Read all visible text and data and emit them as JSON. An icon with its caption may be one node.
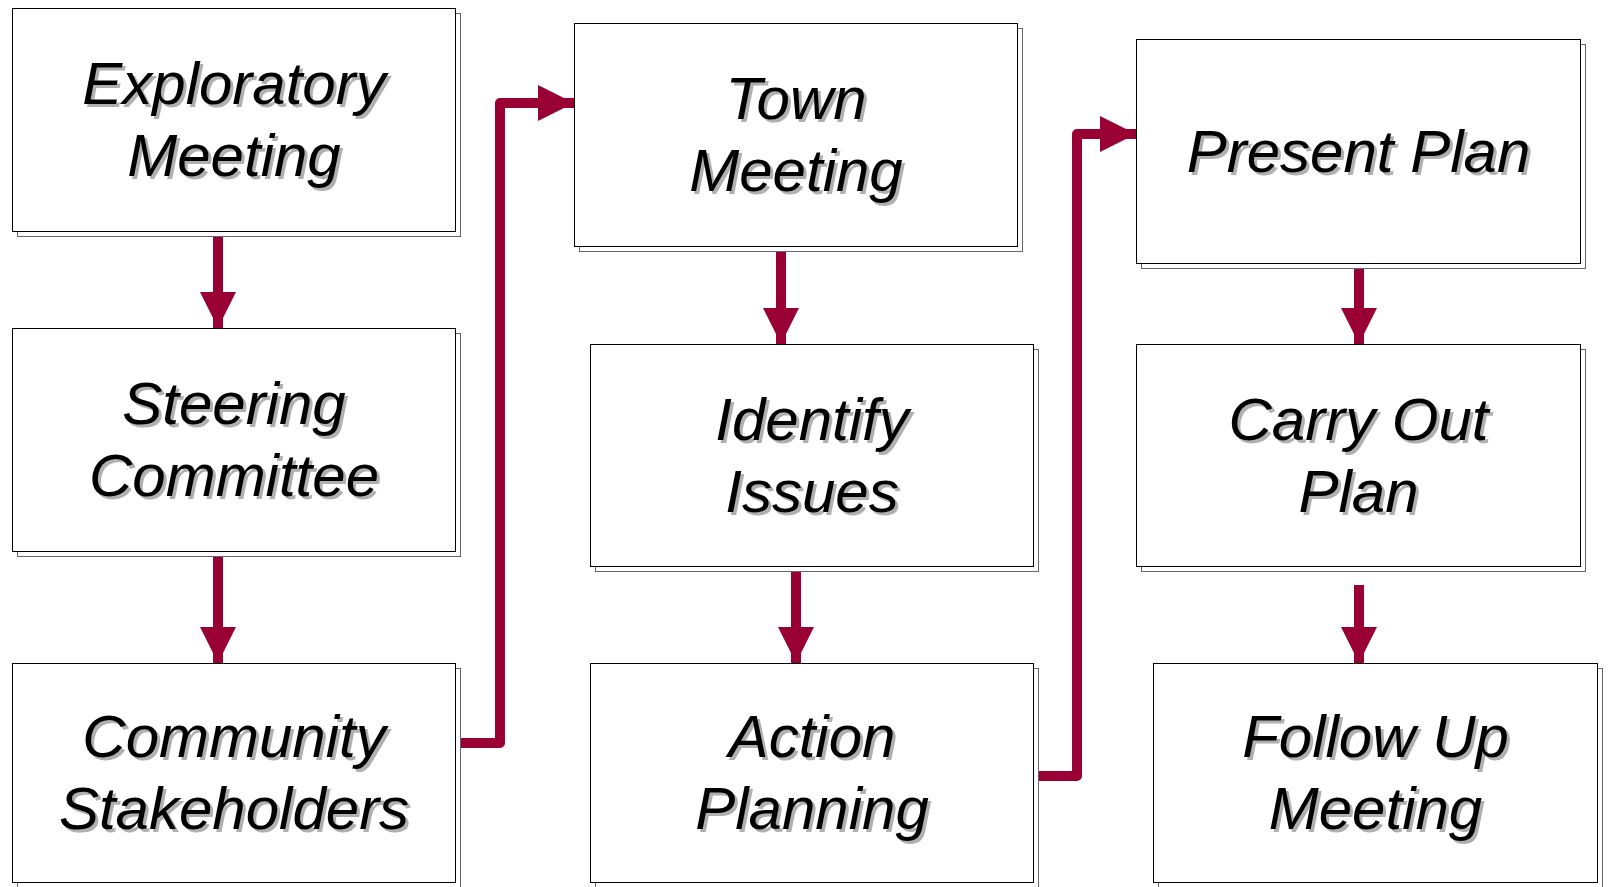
{
  "diagram": {
    "nodes": [
      {
        "text": [
          "Exploratory Meeting"
        ]
      },
      {
        "text": [
          "Steering Committee"
        ]
      },
      {
        "text": [
          "Community Stakeholders"
        ]
      },
      {
        "text": [
          "Town Meeting"
        ]
      },
      {
        "text": [
          "Identify Issues"
        ]
      },
      {
        "text": [
          "Action Planning"
        ]
      },
      {
        "text": [
          "Present Plan"
        ]
      },
      {
        "text": [
          "Carry Out Plan"
        ]
      },
      {
        "text": [
          "Follow Up Meeting"
        ]
      }
    ],
    "edges": [
      {
        "from": 0,
        "to": 1,
        "arrow": "to"
      },
      {
        "from": 1,
        "to": 2,
        "arrow": "to"
      },
      {
        "from": 2,
        "to": 3,
        "arrow": "to"
      },
      {
        "from": 3,
        "to": 4,
        "arrow": "to"
      },
      {
        "from": 4,
        "to": 5,
        "arrow": "to"
      },
      {
        "from": 5,
        "to": 6,
        "arrow": "to"
      },
      {
        "from": 6,
        "to": 7,
        "arrow": "to"
      },
      {
        "from": 7,
        "to": 8,
        "arrow": "to"
      }
    ]
  }
}
